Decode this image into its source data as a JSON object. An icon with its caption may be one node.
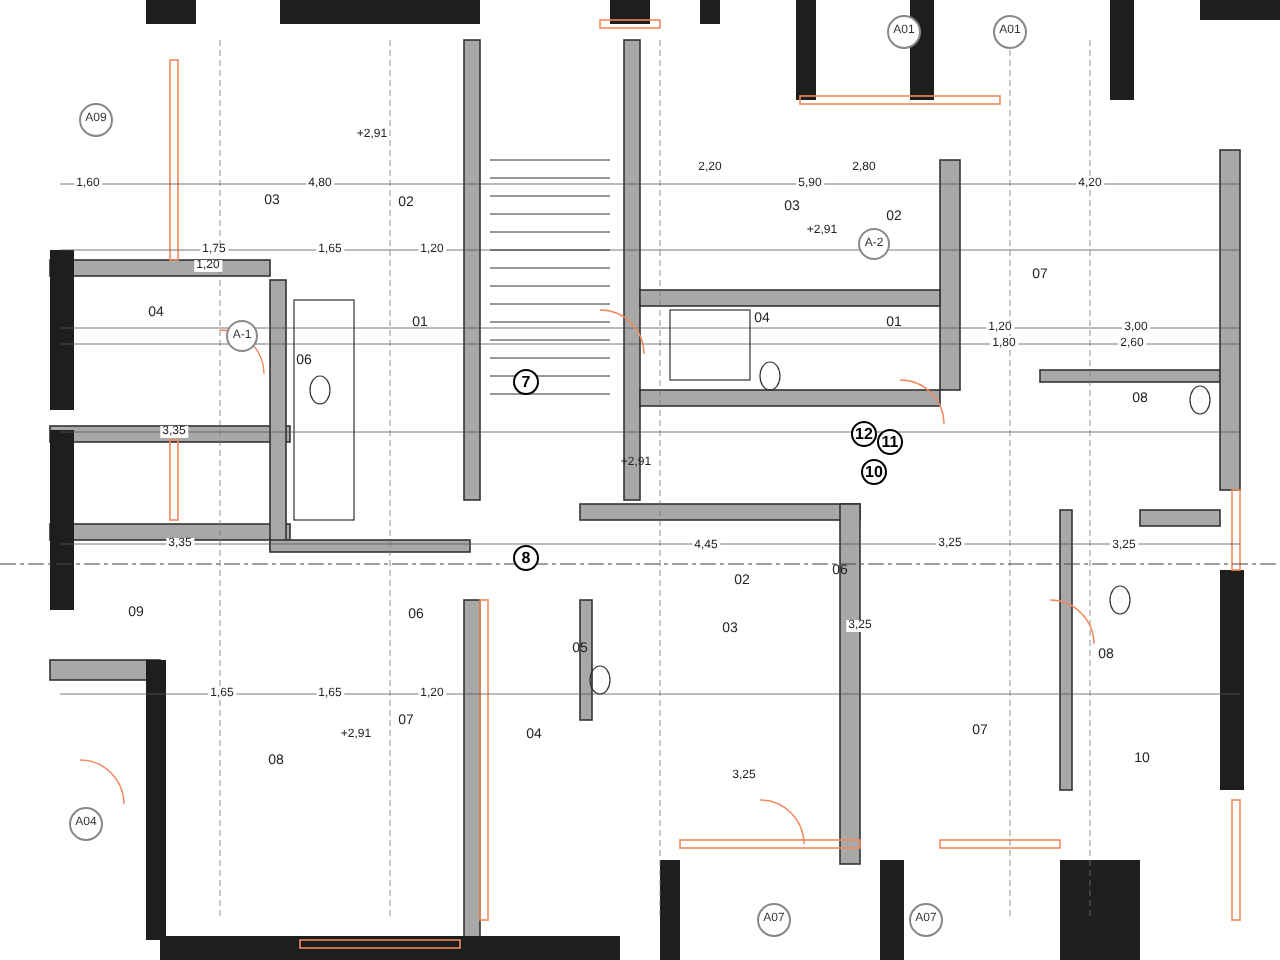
{
  "diagram": {
    "labels": [
      "A09",
      "1,60",
      "4,80",
      "03",
      "02",
      "+2,91",
      "1,75",
      "1,65",
      "1,20",
      "1,20",
      "04",
      "01",
      "A-1",
      "06",
      "7",
      "3,35",
      "A01",
      "A01",
      "2,20",
      "2,80",
      "5,90",
      "4,20",
      "03",
      "02",
      "+2,91",
      "A-2",
      "07",
      "04",
      "01",
      "1,20",
      "3,00",
      "1,80",
      "2,60",
      "08",
      "12",
      "11",
      "10",
      "+2,91",
      "8",
      "3,35",
      "09",
      "06",
      "1,65",
      "1,65",
      "1,20",
      "+2,91",
      "07",
      "08",
      "A04",
      "05",
      "04",
      "4,45",
      "02",
      "03",
      "06",
      "3,25",
      "3,25",
      "3,25",
      "07",
      "08",
      "10",
      "3,25",
      "A07",
      "A07"
    ]
  }
}
